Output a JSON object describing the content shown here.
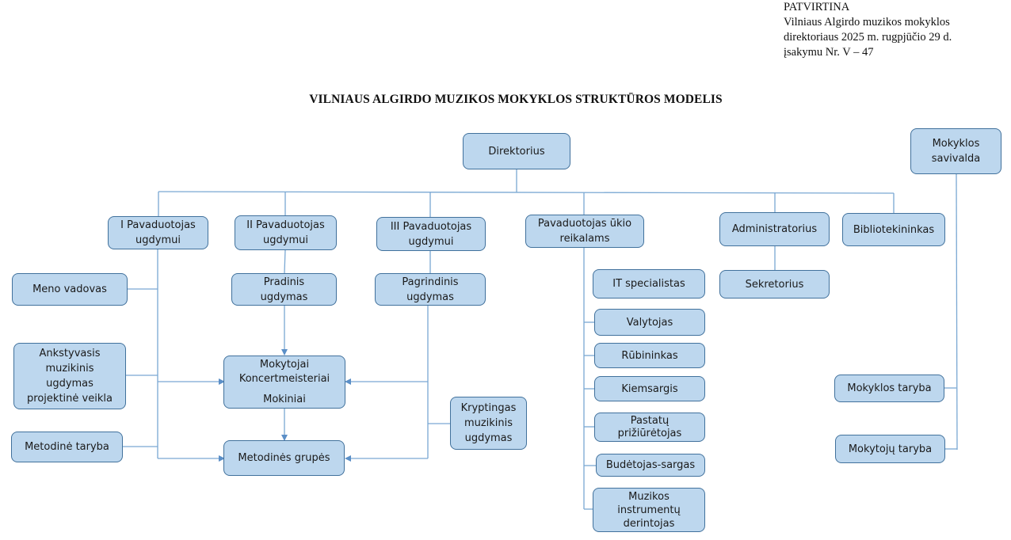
{
  "approval": {
    "lines": [
      "PATVIRTINA",
      "Vilniaus Algirdo muzikos mokyklos",
      "direktoriaus 2025 m. rugpjūčio 29 d.",
      "įsakymu Nr. V – 47"
    ]
  },
  "title": "VILNIAUS ALGIRDO MUZIKOS MOKYKLOS STRUKTŪROS MODELIS",
  "colors": {
    "box_fill": "#bdd7ee",
    "box_border": "#41719c",
    "line": "#6fa0cc"
  },
  "nodes": {
    "direktorius": [
      "Direktorius"
    ],
    "savivalda": [
      "Mokyklos",
      "savivalda"
    ],
    "pav1": [
      "I Pavaduotojas",
      "ugdymui"
    ],
    "pav2": [
      "II Pavaduotojas",
      "ugdymui"
    ],
    "pav3": [
      "III Pavaduotojas",
      "ugdymui"
    ],
    "pav_ukio": [
      "Pavaduotojas ūkio",
      "reikalams"
    ],
    "administratorius": [
      "Administratorius"
    ],
    "bibliotekininkas": [
      "Bibliotekininkas"
    ],
    "meno_vadovas": [
      "Meno vadovas"
    ],
    "pradinis": [
      "Pradinis",
      "ugdymas"
    ],
    "pagrindinis": [
      "Pagrindinis",
      "ugdymas"
    ],
    "it": [
      "IT specialistas"
    ],
    "sekretorius": [
      "Sekretorius"
    ],
    "valytojas": [
      "Valytojas"
    ],
    "rubininkas": [
      "Rūbininkas"
    ],
    "ankstyvasis": [
      "Ankstyvasis",
      "muzikinis",
      "ugdymas",
      "projektinė veikla"
    ],
    "mokytojai": [
      "Mokytojai",
      "Koncertmeisteriai",
      "",
      "Mokiniai"
    ],
    "kiemsargis": [
      "Kiemsargis"
    ],
    "kryptingas": [
      "Kryptingas",
      "muzikinis",
      "ugdymas"
    ],
    "pastatu": [
      "Pastatų",
      "prižiūrėtojas"
    ],
    "mokyklos_taryba": [
      "Mokyklos taryba"
    ],
    "metodine_taryba": [
      "Metodinė taryba"
    ],
    "metodines_grupes": [
      "Metodinės grupės"
    ],
    "budetojas": [
      "Budėtojas-sargas"
    ],
    "mokytoju_taryba": [
      "Mokytojų taryba"
    ],
    "derintojas": [
      "Muzikos",
      "instrumentų",
      "derintojas"
    ]
  }
}
